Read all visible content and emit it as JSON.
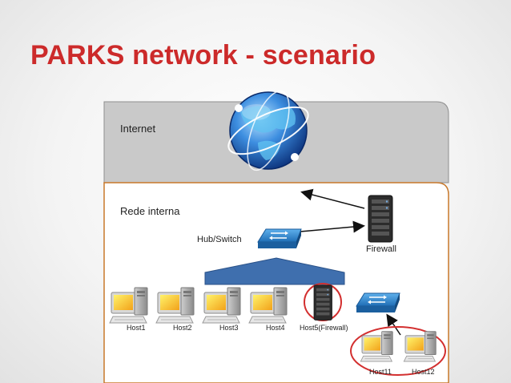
{
  "slide": {
    "title": "PARKS network - scenario"
  },
  "zones": {
    "internet": "Internet",
    "internal": "Rede interna"
  },
  "devices": {
    "hub_switch": "Hub/Switch",
    "firewall": "Firewall"
  },
  "hosts": [
    "Host1",
    "Host2",
    "Host3",
    "Host4",
    "Host5(Firewall)"
  ],
  "dmz_hosts": [
    "Host11",
    "Host12"
  ],
  "colors": {
    "title": "#cc2a2a",
    "internet_zone": "#c9c9c9",
    "zone_border": "#c8782a",
    "hub_bus": "#3f6fae",
    "highlight": "#d32f2f",
    "switch_blue": "#2f7fc2"
  }
}
